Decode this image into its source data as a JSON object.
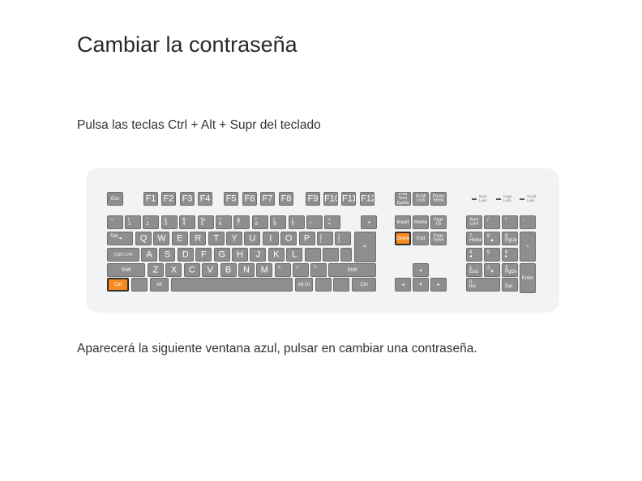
{
  "page": {
    "title": "Cambiar la contraseña",
    "instruction": "Pulsa las teclas Ctrl + Alt + Supr del teclado",
    "followup": "Aparecerá la siguiente ventana azul, pulsar en cambiar una contraseña."
  },
  "keyboard": {
    "highlight_color": "#f58a1f",
    "key_color": "#8e8e8e",
    "leds": [
      {
        "label": "Num Lock",
        "name": "led-num-lock"
      },
      {
        "label": "Caps Lock",
        "name": "led-caps-lock"
      },
      {
        "label": "Scroll Lock",
        "name": "led-scroll-lock"
      }
    ]
  }
}
